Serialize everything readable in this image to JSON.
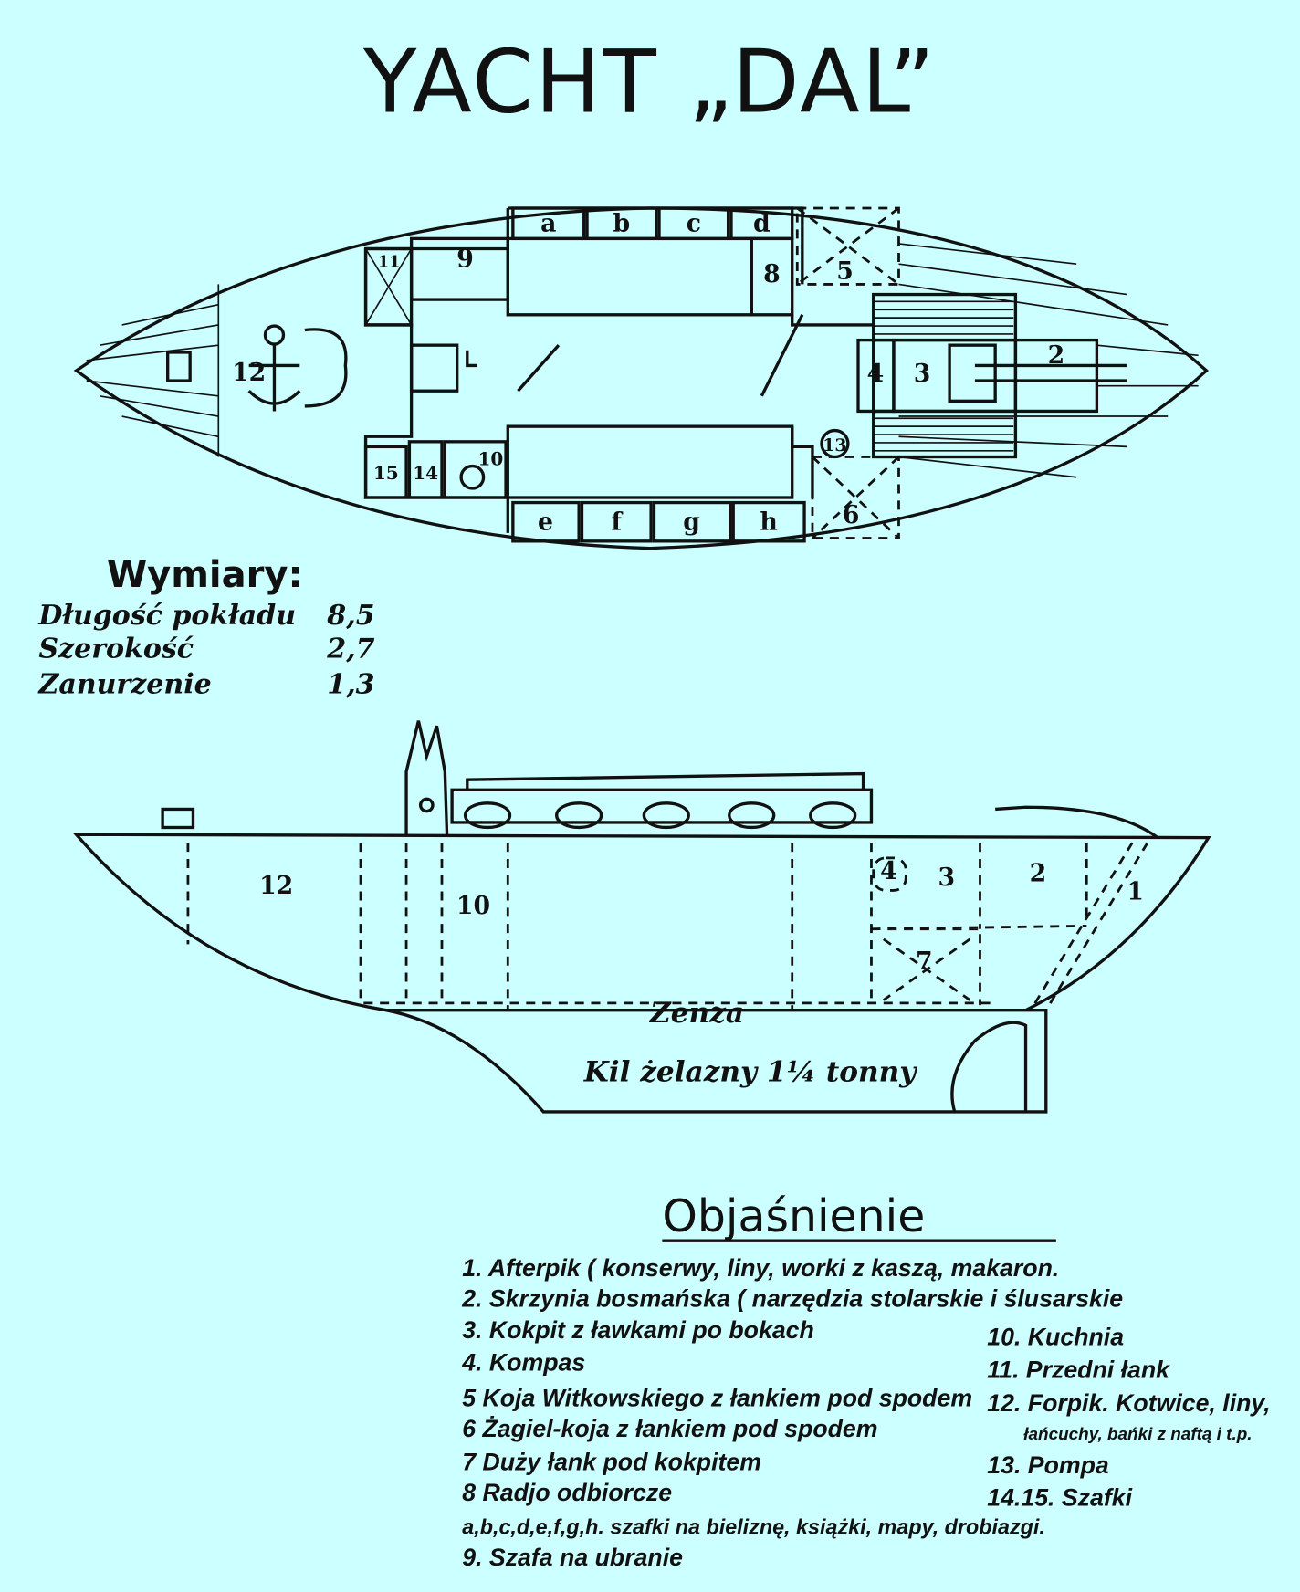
{
  "title": "YACHT „DAL”",
  "plan_view": {
    "lockers_top": [
      "a",
      "b",
      "c",
      "d"
    ],
    "lockers_bottom": [
      "e",
      "f",
      "g",
      "h"
    ],
    "labels": {
      "n2": "2",
      "n3": "3",
      "n4": "4",
      "n5": "5",
      "n6": "6",
      "n8": "8",
      "n9": "9",
      "n10": "10",
      "n11": "11",
      "n12": "12",
      "n13": "13",
      "n14": "14",
      "n15": "15"
    }
  },
  "dimensions": {
    "heading": "Wymiary:",
    "rows": [
      {
        "label": "Długość pokładu",
        "value": "8,5"
      },
      {
        "label": "Szerokość",
        "value": "2,7"
      },
      {
        "label": "Zanurzenie",
        "value": "1,3"
      }
    ]
  },
  "side_view": {
    "labels": {
      "n1": "1",
      "n2": "2",
      "n3": "3",
      "n4": "4",
      "n7": "7",
      "n10": "10",
      "n12": "12"
    },
    "bilge": "Zenza",
    "keel": "Kil żelazny 1¼ tonny"
  },
  "legend": {
    "heading": "Objaśnienie",
    "left": [
      "1.  Afterpik ( konserwy, liny, worki z kaszą, makaron.",
      "2.  Skrzynia bosmańska ( narzędzia stolarskie i ślusarskie",
      "3.  Kokpit z ławkami po bokach",
      "4.  Kompas",
      "5  Koja Witkowskiego z łankiem pod spodem",
      "6  Żagiel-koja z łankiem pod spodem",
      "7  Duży łank pod kokpitem",
      "8  Radjo odbiorcze"
    ],
    "right": [
      "10. Kuchnia",
      "11. Przedni łank",
      "12. Forpik. Kotwice, liny,",
      "łańcuchy, bańki z naftą i t.p.",
      "13. Pompa",
      "14.15.  Szafki"
    ],
    "lockers": "a,b,c,d,e,f,g,h. szafki na bieliznę, książki, mapy, drobiazgi.",
    "wardrobe": "9. Szafa na ubranie"
  }
}
